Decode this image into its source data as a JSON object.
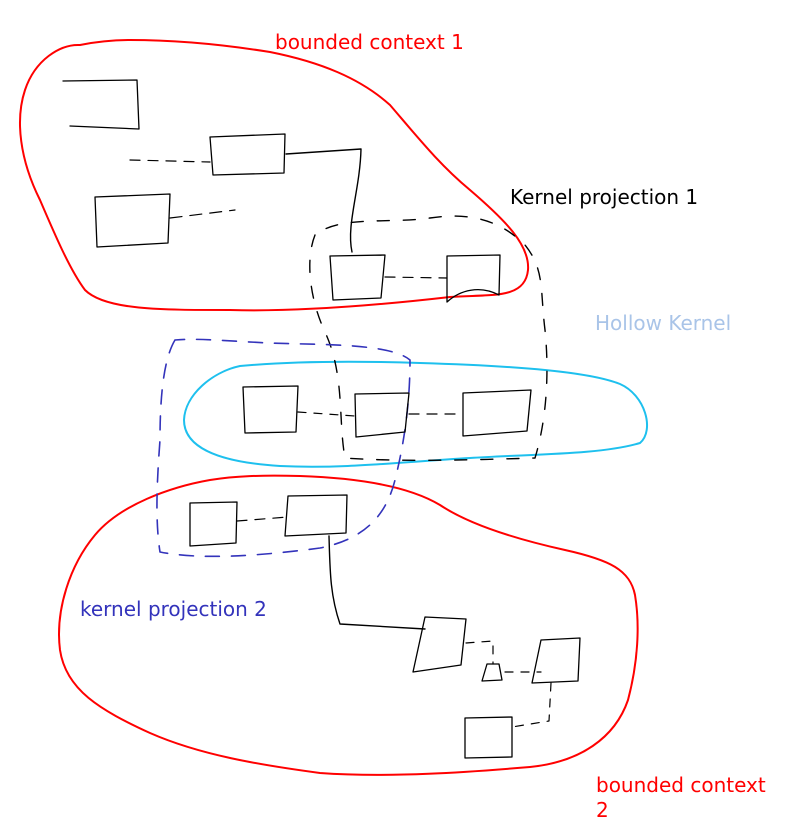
{
  "labels": {
    "bounded_context_1": "bounded context 1",
    "kernel_projection_1": "Kernel projection 1",
    "hollow_kernel": "Hollow Kernel",
    "kernel_projection_2": "kernel projection 2",
    "bounded_context_2_line1": "bounded context",
    "bounded_context_2_line2": "2"
  },
  "colors": {
    "bounded_context": "#ff0000",
    "hollow_kernel_outline": "#1ec0ee",
    "hollow_kernel_label": "#a9c4e8",
    "kernel_projection_2": "#3333bb",
    "ink": "#000000"
  }
}
